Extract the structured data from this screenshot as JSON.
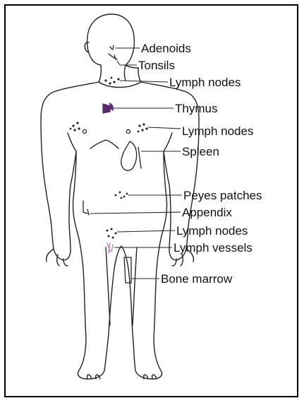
{
  "diagram": {
    "labels": {
      "adenoids": "Adenoids",
      "tonsils": "Tonsils",
      "lymph_nodes_neck": "Lymph nodes",
      "thymus": "Thymus",
      "lymph_nodes_axilla": "Lymph nodes",
      "spleen": "Spleen",
      "peyes_patches": "Peyes patches",
      "appendix": "Appendix",
      "lymph_nodes_groin": "Lymph nodes",
      "lymph_vessels": "Lymph vessels",
      "bone_marrow": "Bone marrow"
    },
    "colors": {
      "outline": "#222222",
      "thymus": "#5a2a6e",
      "vessels": "#b07ab8"
    }
  }
}
